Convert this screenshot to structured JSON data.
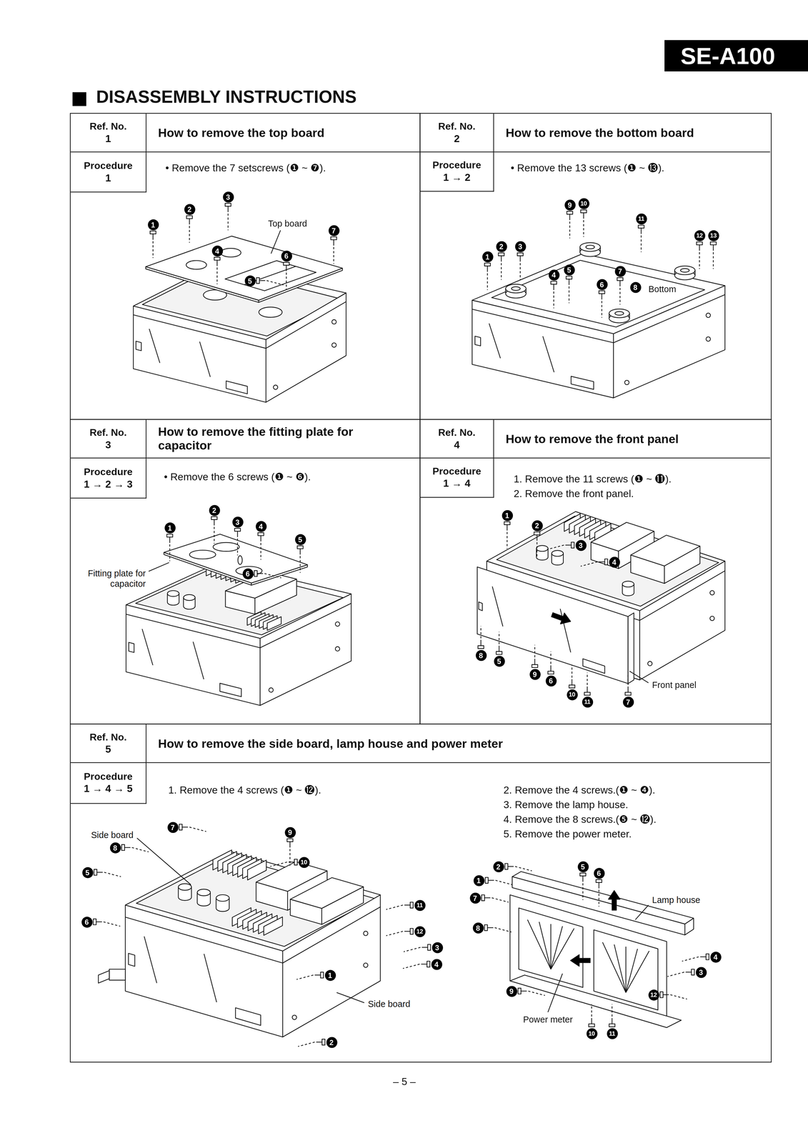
{
  "diagram": {
    "title": "DISASSEMBLY INSTRUCTIONS",
    "nodes": [
      {
        "text": [
          "SE-A100"
        ]
      },
      {
        "text": [
          "• Remove the 7 setscrews (❶ ~ ❼)."
        ]
      },
      {
        "text": [
          "Ref. No.",
          "1"
        ],
        "in": 1
      },
      {
        "text": [
          "How to remove the top board"
        ],
        "in": 1
      },
      {
        "text": [
          "Procedure",
          "1"
        ],
        "in": 1
      },
      {
        "text": [
          "• Remove the 13 screws (❶ ~ ⓭)."
        ]
      },
      {
        "text": [
          "Ref. No.",
          "2"
        ],
        "in": 5
      },
      {
        "text": [
          "How to remove the bottom board"
        ],
        "in": 5
      },
      {
        "text": [
          "Procedure",
          "1 → 2"
        ],
        "in": 5
      },
      {
        "text": [
          "• Remove the 6 screws (❶ ~ ❻)."
        ]
      },
      {
        "text": [
          "Ref. No.",
          "3"
        ],
        "in": 9
      },
      {
        "text": [
          "How to remove the fitting plate for capacitor"
        ],
        "in": 9
      },
      {
        "text": [
          "Procedure",
          "1 → 2 → 3"
        ],
        "in": 9
      },
      {
        "text": [
          "1. Remove the 11 screws (❶ ~ ⓫).",
          "2. Remove the front panel."
        ]
      },
      {
        "text": [
          "Ref. No.",
          "4"
        ],
        "in": 13
      },
      {
        "text": [
          "How to remove the front panel"
        ],
        "in": 13
      },
      {
        "text": [
          "Procedure",
          "1 → 4"
        ],
        "in": 13
      },
      {
        "text": [
          "1. Remove the 4 screws (❶ ~ ⓬).",
          "2. Remove the 4 screws.(❶ ~ ❹).",
          "3. Remove the lamp house.",
          "4. Remove the 8 screws.(❺ ~ ⓬).",
          "5. Remove the power meter."
        ]
      },
      {
        "text": [
          "Ref. No.",
          "5"
        ],
        "in": 17
      },
      {
        "text": [
          "How to remove the side board, lamp house and power meter"
        ],
        "in": 17
      },
      {
        "text": [
          "Procedure",
          "1 → 4 → 5"
        ],
        "in": 17
      }
    ],
    "labels": [
      "3",
      "2",
      "1",
      "7",
      "4",
      "6",
      "5",
      "Top board",
      "9",
      "10",
      "11",
      "12",
      "13",
      "2",
      "3",
      "1",
      "4",
      "5",
      "7",
      "6",
      "8",
      "Bottom",
      "2",
      "3",
      "4",
      "1",
      "5",
      "6",
      "Fitting plate for capacitor",
      "1",
      "2",
      "3",
      "4",
      "8",
      "5",
      "9",
      "6",
      "10",
      "11",
      "7",
      "Front panel",
      "Side board",
      "7",
      "9",
      "8",
      "10",
      "5",
      "11",
      "6",
      "12",
      "3",
      "1",
      "4",
      "2",
      "Side board",
      "2",
      "1",
      "5",
      "6",
      "Lamp house",
      "7",
      "4",
      "3",
      "8",
      "9",
      "12",
      "Power meter",
      "10",
      "11",
      "– 5 –"
    ]
  }
}
